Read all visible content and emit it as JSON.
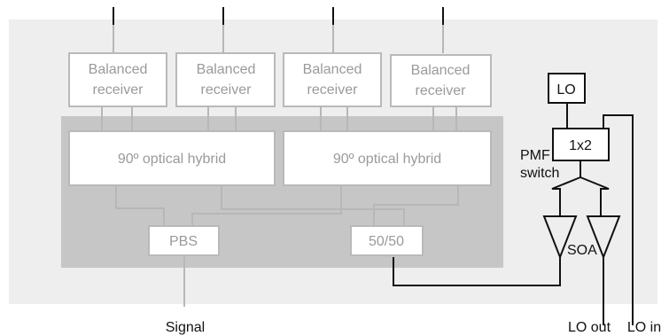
{
  "colors": {
    "panel": "#eeeeee",
    "inner_panel": "#c6c6c6",
    "box_fill": "#ffffff",
    "box_stroke_light": "#b9b9b9",
    "text_light": "#9a9a9a",
    "wire_light": "#b7b7b7",
    "wire_dark": "#111111",
    "text_dark": "#111111"
  },
  "receivers": [
    {
      "line1": "Balanced",
      "line2": "receiver"
    },
    {
      "line1": "Balanced",
      "line2": "receiver"
    },
    {
      "line1": "Balanced",
      "line2": "receiver"
    },
    {
      "line1": "Balanced",
      "line2": "receiver"
    }
  ],
  "hybrids": [
    {
      "label": "90º optical hybrid"
    },
    {
      "label": "90º optical hybrid"
    }
  ],
  "pbs": {
    "label": "PBS"
  },
  "coupler": {
    "label": "50/50"
  },
  "lo_box": {
    "label": "LO"
  },
  "switch_box": {
    "label": "1x2"
  },
  "pmf_switch": {
    "line1": "PMF",
    "line2": "switch"
  },
  "soa": {
    "label": "SOA"
  },
  "io": {
    "signal": "Signal",
    "lo_out": "LO out",
    "lo_in": "LO in"
  }
}
